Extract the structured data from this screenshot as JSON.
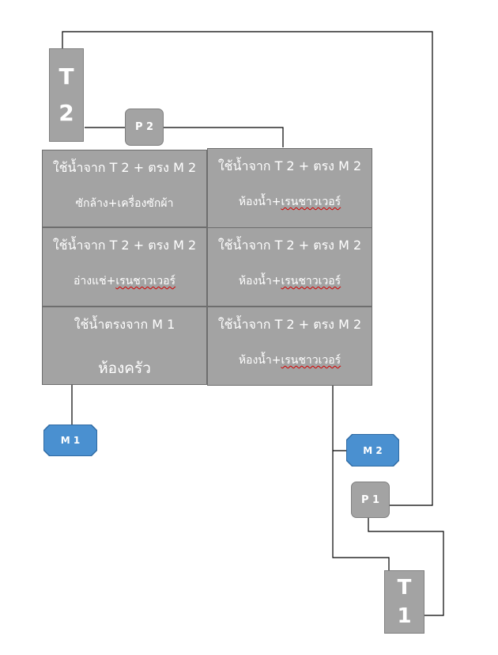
{
  "tanks": {
    "t2": {
      "line1": "T",
      "line2": "2"
    },
    "t1": {
      "line1": "T",
      "line2": "1"
    }
  },
  "pumps": {
    "p2": "P 2",
    "p1": "P 1"
  },
  "meters": {
    "m1": "M  1",
    "m2": "M  2"
  },
  "rooms": [
    {
      "line1": "ใช้น้ำจาก T 2 + ตรง M 2",
      "line2": "ซักล้าง+เครื่องซักผ้า"
    },
    {
      "line1": "ใช้น้ำจาก T 2 + ตรง M 2",
      "line2_plain": "ห้องน้ำ+",
      "line2_marked": "เรนชาวเวอร์"
    },
    {
      "line1": "ใช้น้ำจาก T 2 + ตรง M 2",
      "line2_plain": "อ่างแช่+",
      "line2_marked": "เรนชาวเวอร์"
    },
    {
      "line1": "ใช้น้ำจาก T 2 + ตรง M 2",
      "line2_plain": "ห้องน้ำ+",
      "line2_marked": "เรนชาวเวอร์"
    },
    {
      "line1": "ใช้น้ำตรงจาก  M 1",
      "line2": "ห้องครัว"
    },
    {
      "line1": "ใช้น้ำจาก T 2 + ตรง M 2",
      "line2_plain": "ห้องน้ำ+",
      "line2_marked": "เรนชาวเวอร์"
    }
  ],
  "colors": {
    "box_fill": "#a3a3a3",
    "meter_fill": "#4a90d0",
    "pipe": "#000000"
  }
}
